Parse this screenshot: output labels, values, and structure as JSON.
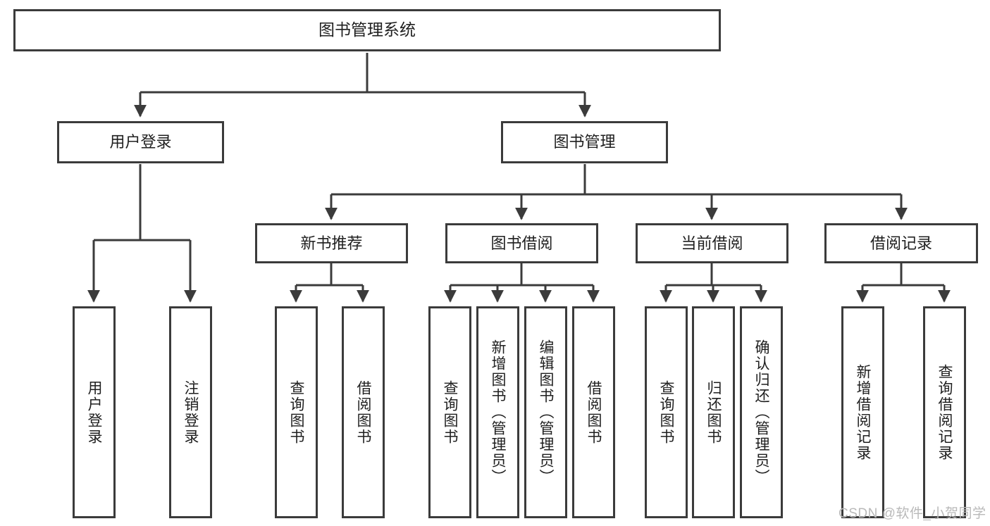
{
  "diagram": {
    "title": "图书管理系统",
    "watermark": "CSDN @软件_小贺同学",
    "line_color": "#3b3b3b",
    "box_fill": "#ffffff",
    "text_color": "#1f1f1f",
    "watermark_color": "#b9b9b9"
  },
  "nodes": {
    "root": {
      "label": "图书管理系统"
    },
    "level2": [
      {
        "label": "用户登录"
      },
      {
        "label": "图书管理"
      }
    ],
    "level3": [
      {
        "label": "新书推荐"
      },
      {
        "label": "图书借阅"
      },
      {
        "label": "当前借阅"
      },
      {
        "label": "借阅记录"
      }
    ],
    "leaves": {
      "user_login": [
        {
          "label": "用户登录"
        },
        {
          "label": "注销登录"
        }
      ],
      "new_book_recommend": [
        {
          "label": "查询图书"
        },
        {
          "label": "借阅图书"
        }
      ],
      "book_borrow": [
        {
          "label": "查询图书"
        },
        {
          "label": "新增图书（管理员）"
        },
        {
          "label": "编辑图书（管理员）"
        },
        {
          "label": "借阅图书"
        }
      ],
      "current_borrow": [
        {
          "label": "查询图书"
        },
        {
          "label": "归还图书"
        },
        {
          "label": "确认归还（管理员）"
        }
      ],
      "borrow_record": [
        {
          "label": "新增借阅记录"
        },
        {
          "label": "查询借阅记录"
        }
      ]
    }
  }
}
